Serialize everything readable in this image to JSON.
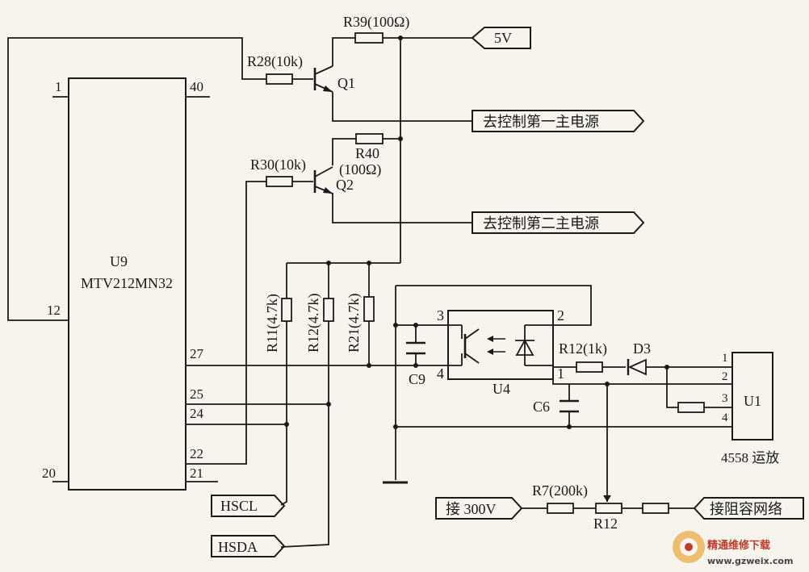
{
  "ic_u9": {
    "name": "U9",
    "part": "MTV212MN32",
    "pins": [
      "1",
      "40",
      "12",
      "27",
      "25",
      "24",
      "22",
      "21",
      "20"
    ]
  },
  "ic_u1": {
    "name": "U1",
    "desc": "4558 运放",
    "pins": [
      "1",
      "2",
      "3",
      "4"
    ]
  },
  "optocoupler": {
    "name": "U4",
    "pins": [
      "3",
      "2",
      "4",
      "1"
    ]
  },
  "transistors": {
    "q1": "Q1",
    "q2": "Q2"
  },
  "resistors": {
    "r39": "R39(100Ω)",
    "r28": "R28(10k)",
    "r40": "R40",
    "r40_val": "(100Ω)",
    "r30": "R30(10k)",
    "r11": "R11(4.7k)",
    "r12a": "R12(4.7k)",
    "r21": "R21(4.7k)",
    "r12b": "R12(1k)",
    "r7": "R7(200k)",
    "r12c": "R12"
  },
  "capacitors": {
    "c9": "C9",
    "c6": "C6"
  },
  "diode": "D3",
  "terminals": {
    "v5": "5V",
    "main1": "去控制第一主电源",
    "main2": "去控制第二主电源",
    "hscl": "HSCL",
    "hsda": "HSDA",
    "v300": "接 300V",
    "rc": "接阻容网络"
  },
  "watermark": {
    "cn": "精通维修下载",
    "url": "www.gzweix.com"
  }
}
